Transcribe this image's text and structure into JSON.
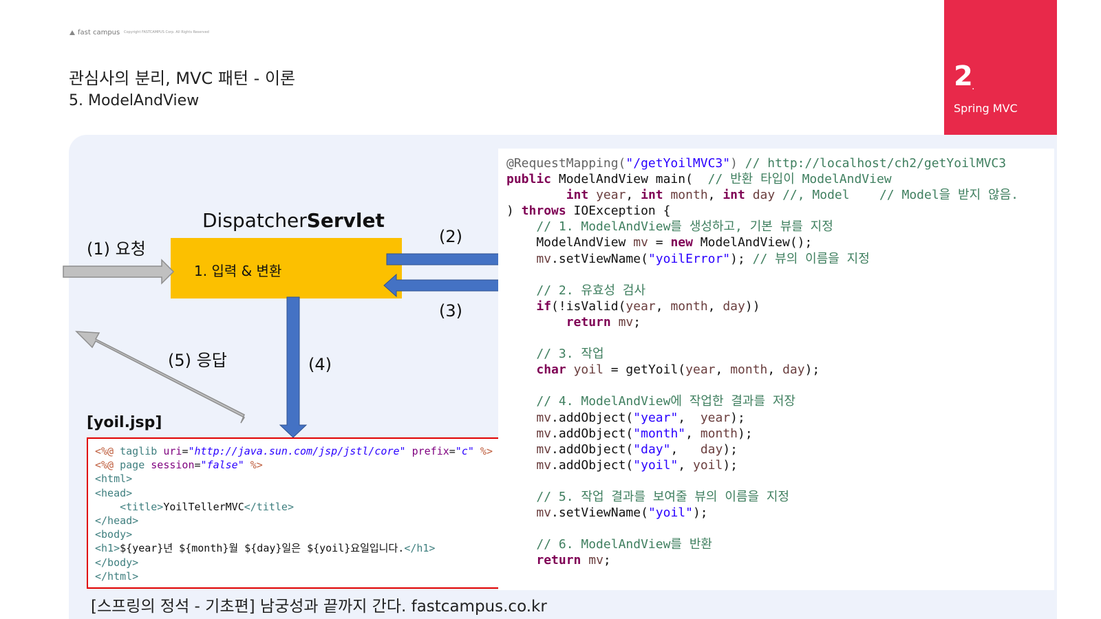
{
  "header": {
    "brand": "fast campus",
    "copyright": "Copyright FASTCAMPUS Corp. All Rights Reserved",
    "title": "관심사의 분리, MVC 패턴 - 이론",
    "subtitle": "5. ModelAndView"
  },
  "corner": {
    "number": "2",
    "dot": ".",
    "label": "Spring MVC"
  },
  "diagram": {
    "servlet_title_normal": "Dispatcher",
    "servlet_title_bold": "Servlet",
    "servlet_box_label": "1. 입력 & 변환",
    "label_request": "(1) 요청",
    "label_2": "(2)",
    "label_3": "(3)",
    "label_4": "(4)",
    "label_5": "(5) 응답"
  },
  "jsp": {
    "filename": "[yoil.jsp]"
  },
  "code_strings": {
    "mapping": "\"/getYoilMVC3\"",
    "url_comment": "// http://localhost/ch2/getYoilMVC3",
    "ret_comment": "// 반환 타입이 ModelAndView",
    "model_comment1": "//, Model",
    "model_comment2": "// Model을 받지 않음.",
    "c1": "// 1. ModelAndView를 생성하고, 기본 뷰를 지정",
    "s_yoilError": "\"yoilError\"",
    "c1b": "// 뷰의 이름을 지정",
    "c2": "// 2. 유효성 검사",
    "c3": "// 3. 작업",
    "c4": "// 4. ModelAndView에 작업한 결과를 저장",
    "s_year": "\"year\"",
    "s_month": "\"month\"",
    "s_day": "\"day\"",
    "s_yoil": "\"yoil\"",
    "c5": "// 5. 작업 결과를 보여줄 뷰의 이름을 지정",
    "c6": "// 6. ModelAndView를 반환"
  },
  "jsp_strings": {
    "uri": "\"http://java.sun.com/jsp/jstl/core\"",
    "prefix": "\"c\"",
    "session": "\"false\"",
    "title_text": "YoilTellerMVC",
    "h1_text": "${year}년 ${month}월 ${day}일은 ${yoil}요일입니다."
  },
  "footer": {
    "text": "[스프링의 정석 - 기초편] 남궁성과 끝까지 간다.  fastcampus.co.kr"
  },
  "colors": {
    "brand_red": "#e8294a",
    "servlet_yellow": "#fcc000",
    "arrow_blue": "#4472c4",
    "arrow_gray": "#c0c0c0",
    "jsp_border_red": "#e00000"
  }
}
